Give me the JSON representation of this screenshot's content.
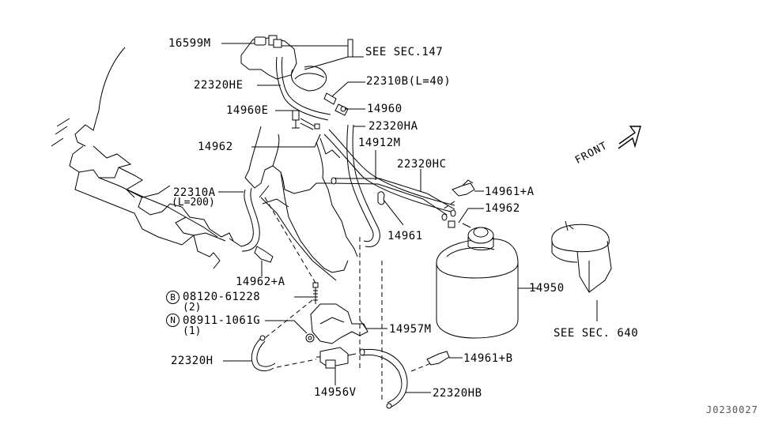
{
  "diagram": {
    "title": "Fuel evaporative emission control parts diagram",
    "direction_label": "FRONT",
    "drawing_code": "J0230027",
    "callouts": [
      {
        "id": "16599M",
        "label": "16599M"
      },
      {
        "id": "see-sec-147",
        "label": "SEE SEC.147"
      },
      {
        "id": "22320HE",
        "label": "22320HE"
      },
      {
        "id": "22310B",
        "label": "22310B(L=40)"
      },
      {
        "id": "14960E",
        "label": "14960E"
      },
      {
        "id": "14960",
        "label": "14960"
      },
      {
        "id": "22320HA",
        "label": "22320HA"
      },
      {
        "id": "14962-top",
        "label": "14962"
      },
      {
        "id": "14912M",
        "label": "14912M"
      },
      {
        "id": "22320HC",
        "label": "22320HC"
      },
      {
        "id": "22310A",
        "label": "22310A",
        "sub": "(L=200)"
      },
      {
        "id": "14961+A",
        "label": "14961+A"
      },
      {
        "id": "14962-right",
        "label": "14962"
      },
      {
        "id": "14961",
        "label": "14961"
      },
      {
        "id": "14962+A",
        "label": "14962+A"
      },
      {
        "id": "14950",
        "label": "14950"
      },
      {
        "id": "see-sec-640",
        "label": "SEE SEC. 640"
      },
      {
        "id": "08120-61228",
        "label": "08120-61228",
        "badge": "B",
        "sub": "(2)"
      },
      {
        "id": "08911-1061G",
        "label": "08911-1061G",
        "badge": "N",
        "sub": "(1)"
      },
      {
        "id": "14957M",
        "label": "14957M"
      },
      {
        "id": "22320H",
        "label": "22320H"
      },
      {
        "id": "14961+B",
        "label": "14961+B"
      },
      {
        "id": "14956V",
        "label": "14956V"
      },
      {
        "id": "22320HB",
        "label": "22320HB"
      }
    ]
  }
}
